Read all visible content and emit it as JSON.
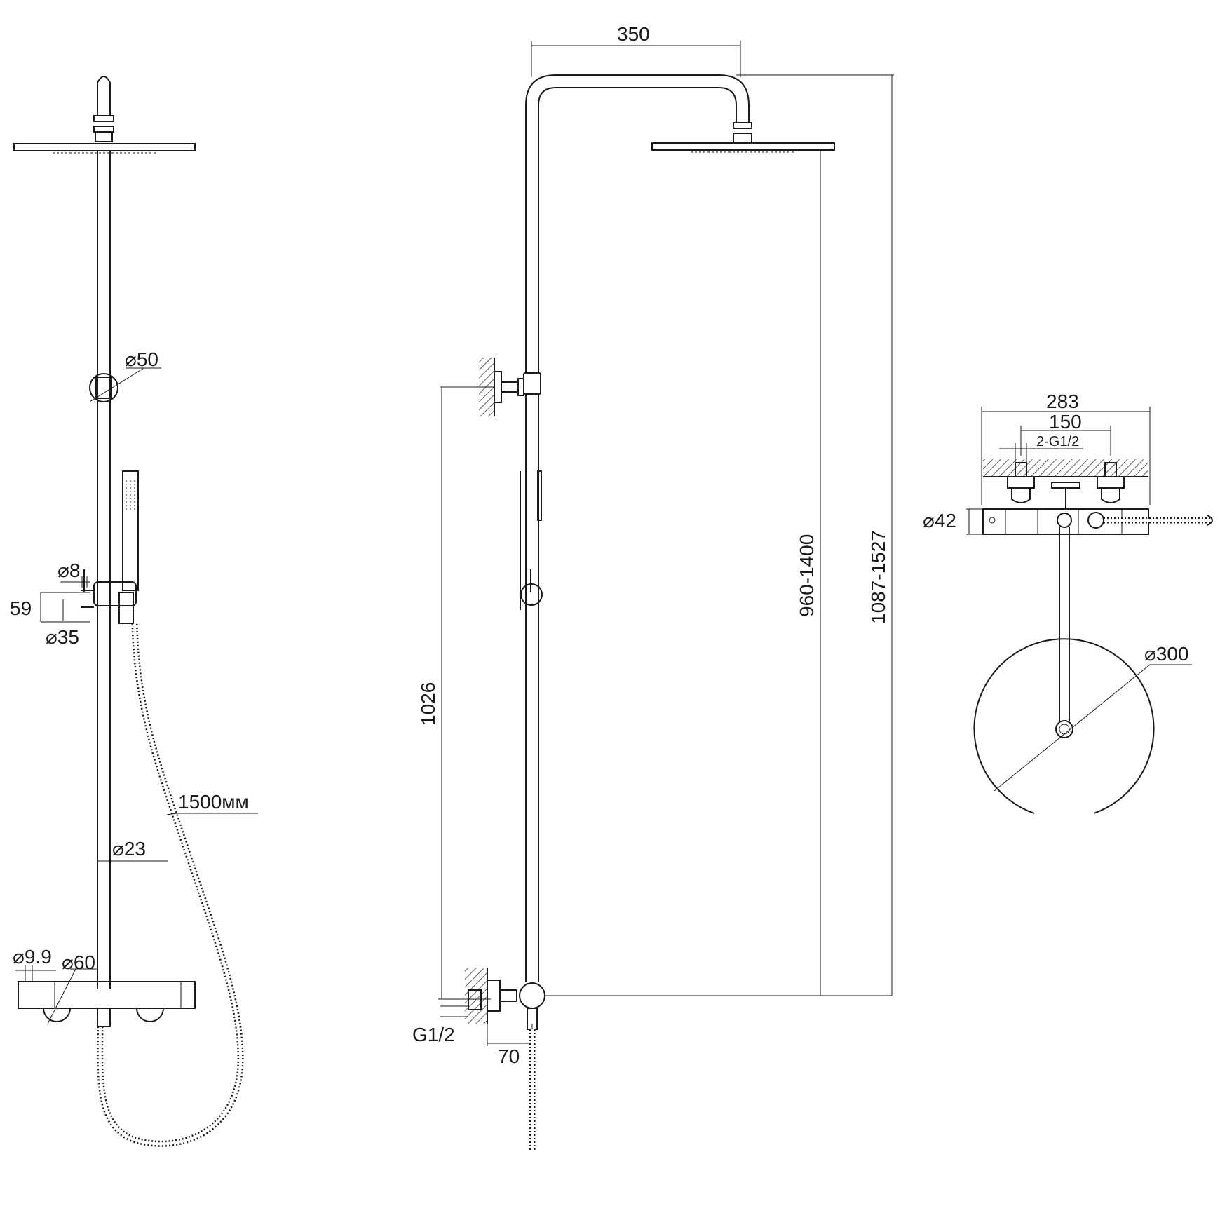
{
  "front_view": {
    "slider_diameter": "⌀50",
    "pin_diameter": "⌀8",
    "holder_height": "59",
    "holder_diameter": "⌀35",
    "hose_length": "1500мм",
    "pipe_diameter": "⌀23",
    "inlet_diameter": "⌀9.9",
    "mixer_diameter": "⌀60"
  },
  "side_view": {
    "arm_length": "350",
    "height_range_head": "960-1400",
    "height_range_total": "1087-1527",
    "bracket_height": "1026",
    "thread": "G1/2",
    "wall_offset": "70"
  },
  "top_view": {
    "mixer_width": "283",
    "inlet_spacing": "150",
    "inlet_thread": "2-G1/2",
    "mixer_diameter": "⌀42",
    "head_diameter": "⌀300"
  }
}
